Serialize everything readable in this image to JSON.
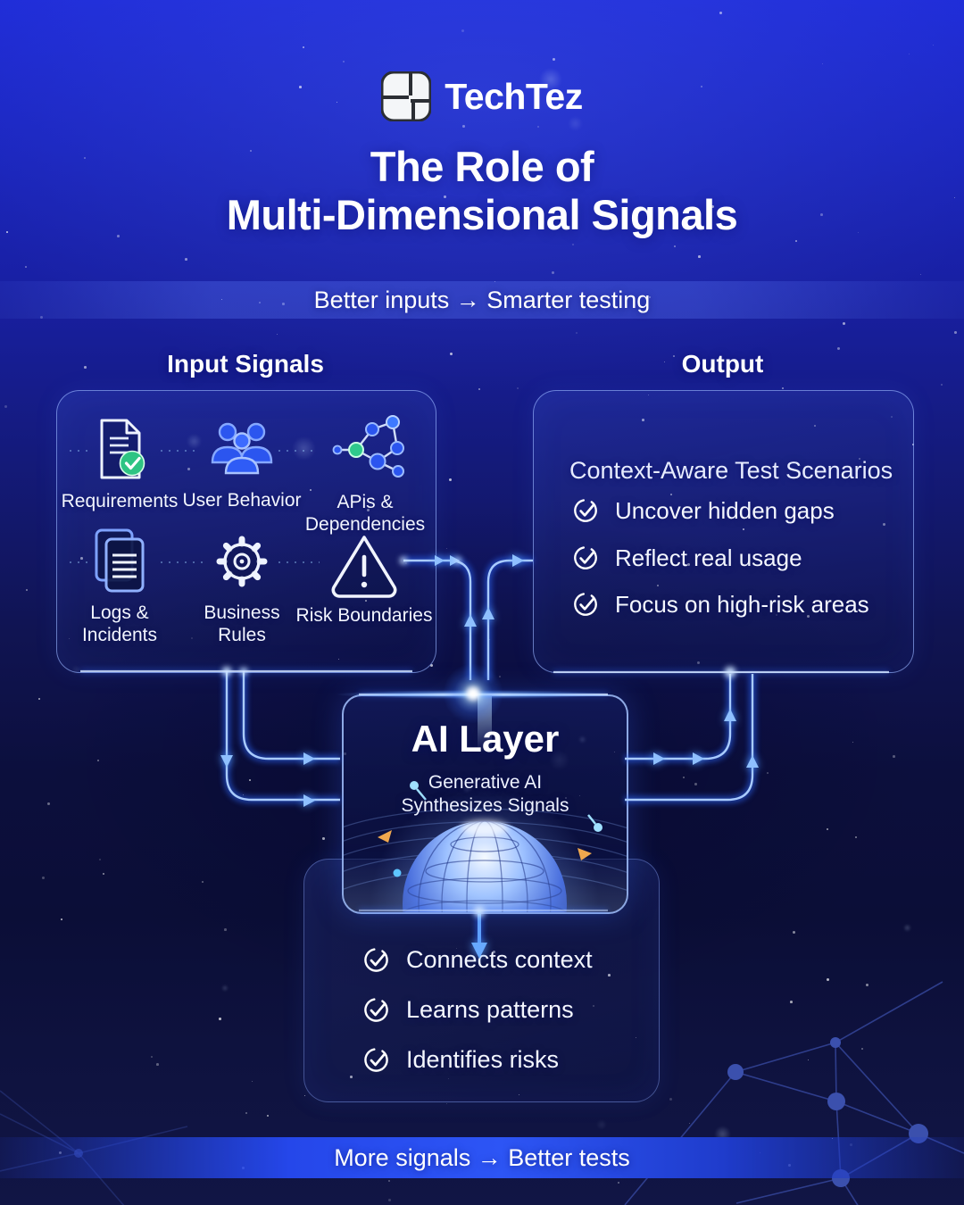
{
  "brand": {
    "name": "TechTez"
  },
  "title": {
    "line1": "The Role of",
    "line2": "Multi-Dimensional Signals"
  },
  "banner_top": {
    "text": "Better inputs → Smarter testing"
  },
  "sections": {
    "input_heading": "Input Signals",
    "output_heading": "Output"
  },
  "input_signals": {
    "items": [
      {
        "label": "Requirements",
        "icon": "document-check-icon"
      },
      {
        "label": "User Behavior",
        "icon": "users-icon"
      },
      {
        "label": "APis & Dependencies",
        "icon": "network-nodes-icon"
      },
      {
        "label": "Logs & Incidents",
        "icon": "log-documents-icon"
      },
      {
        "label": "Business Rules",
        "icon": "gear-icon"
      },
      {
        "label": "Risk Boundaries",
        "icon": "warning-triangle-icon"
      }
    ]
  },
  "output": {
    "header": "Context-Aware Test Scenarios",
    "items": [
      "Uncover hidden gaps",
      "Reflect real usage",
      "Focus on high-risk areas"
    ]
  },
  "ai_layer": {
    "title": "AI Layer",
    "subtitle_line1": "Generative AI",
    "subtitle_line2": "Synthesizes Signals",
    "capabilities": [
      "Connects context",
      "Learns patterns",
      "Identifies risks"
    ]
  },
  "banner_bottom": {
    "text": "More signals → Better tests"
  },
  "colors": {
    "accent_line": "#2f6bff",
    "line_core": "#9fc6ff",
    "check_green": "#2ec483",
    "swoosh_orange": "#f0a84e",
    "background_top": "#1f2cd8",
    "background_bottom": "#111545"
  }
}
